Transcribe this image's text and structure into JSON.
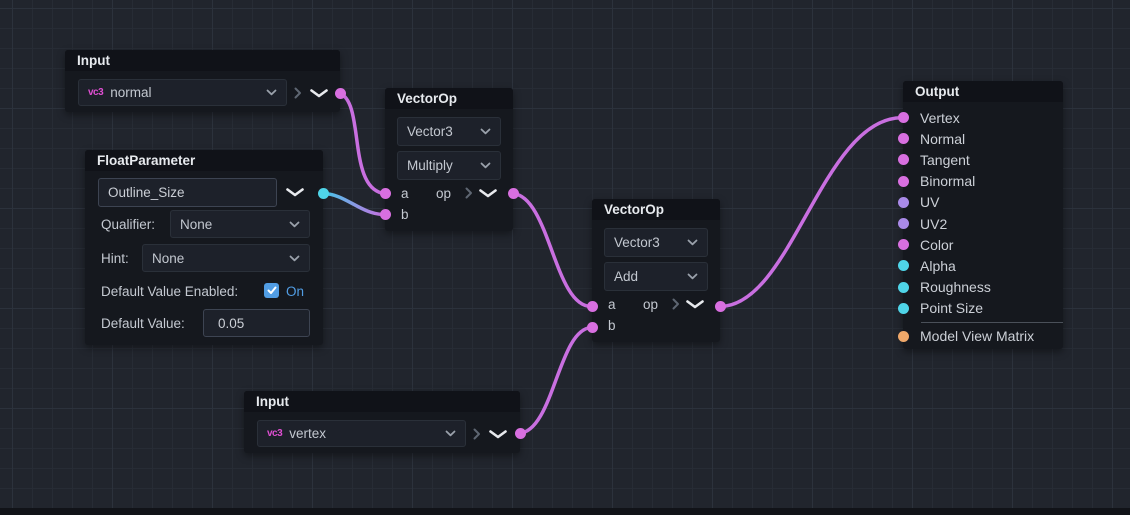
{
  "colors": {
    "wire_pink": "#c96fe0",
    "wire_cyan": "#45c6e8",
    "port_vec3": "#d86fe0",
    "port_uv": "#a98ae8",
    "port_scalar": "#4fd4e8",
    "port_matrix": "#efa86a",
    "accent_blue": "#519de4",
    "badge_magenta": "#df4fd2"
  },
  "nodes": {
    "input_normal": {
      "title": "Input",
      "badge": "vc3",
      "value": "normal"
    },
    "float_parameter": {
      "title": "FloatParameter",
      "name_value": "Outline_Size",
      "qualifier_label": "Qualifier:",
      "qualifier_value": "None",
      "hint_label": "Hint:",
      "hint_value": "None",
      "default_enabled_label": "Default Value Enabled:",
      "default_enabled_state": "On",
      "default_value_label": "Default Value:",
      "default_value": "0.05"
    },
    "vector_op_multiply": {
      "title": "VectorOp",
      "type_value": "Vector3",
      "op_value": "Multiply",
      "port_a_label": "a",
      "port_b_label": "b",
      "op_label": "op"
    },
    "vector_op_add": {
      "title": "VectorOp",
      "type_value": "Vector3",
      "op_value": "Add",
      "port_a_label": "a",
      "port_b_label": "b",
      "op_label": "op"
    },
    "input_vertex": {
      "title": "Input",
      "badge": "vc3",
      "value": "vertex"
    },
    "output": {
      "title": "Output",
      "ports": [
        {
          "label": "Vertex",
          "color": "#d86fe0"
        },
        {
          "label": "Normal",
          "color": "#d86fe0"
        },
        {
          "label": "Tangent",
          "color": "#d86fe0"
        },
        {
          "label": "Binormal",
          "color": "#d86fe0"
        },
        {
          "label": "UV",
          "color": "#a98ae8"
        },
        {
          "label": "UV2",
          "color": "#a98ae8"
        },
        {
          "label": "Color",
          "color": "#d86fe0"
        },
        {
          "label": "Alpha",
          "color": "#4fd4e8"
        },
        {
          "label": "Roughness",
          "color": "#4fd4e8"
        },
        {
          "label": "Point Size",
          "color": "#4fd4e8"
        },
        {
          "label": "Model View Matrix",
          "color": "#efa86a",
          "divider_before": true
        }
      ]
    }
  }
}
